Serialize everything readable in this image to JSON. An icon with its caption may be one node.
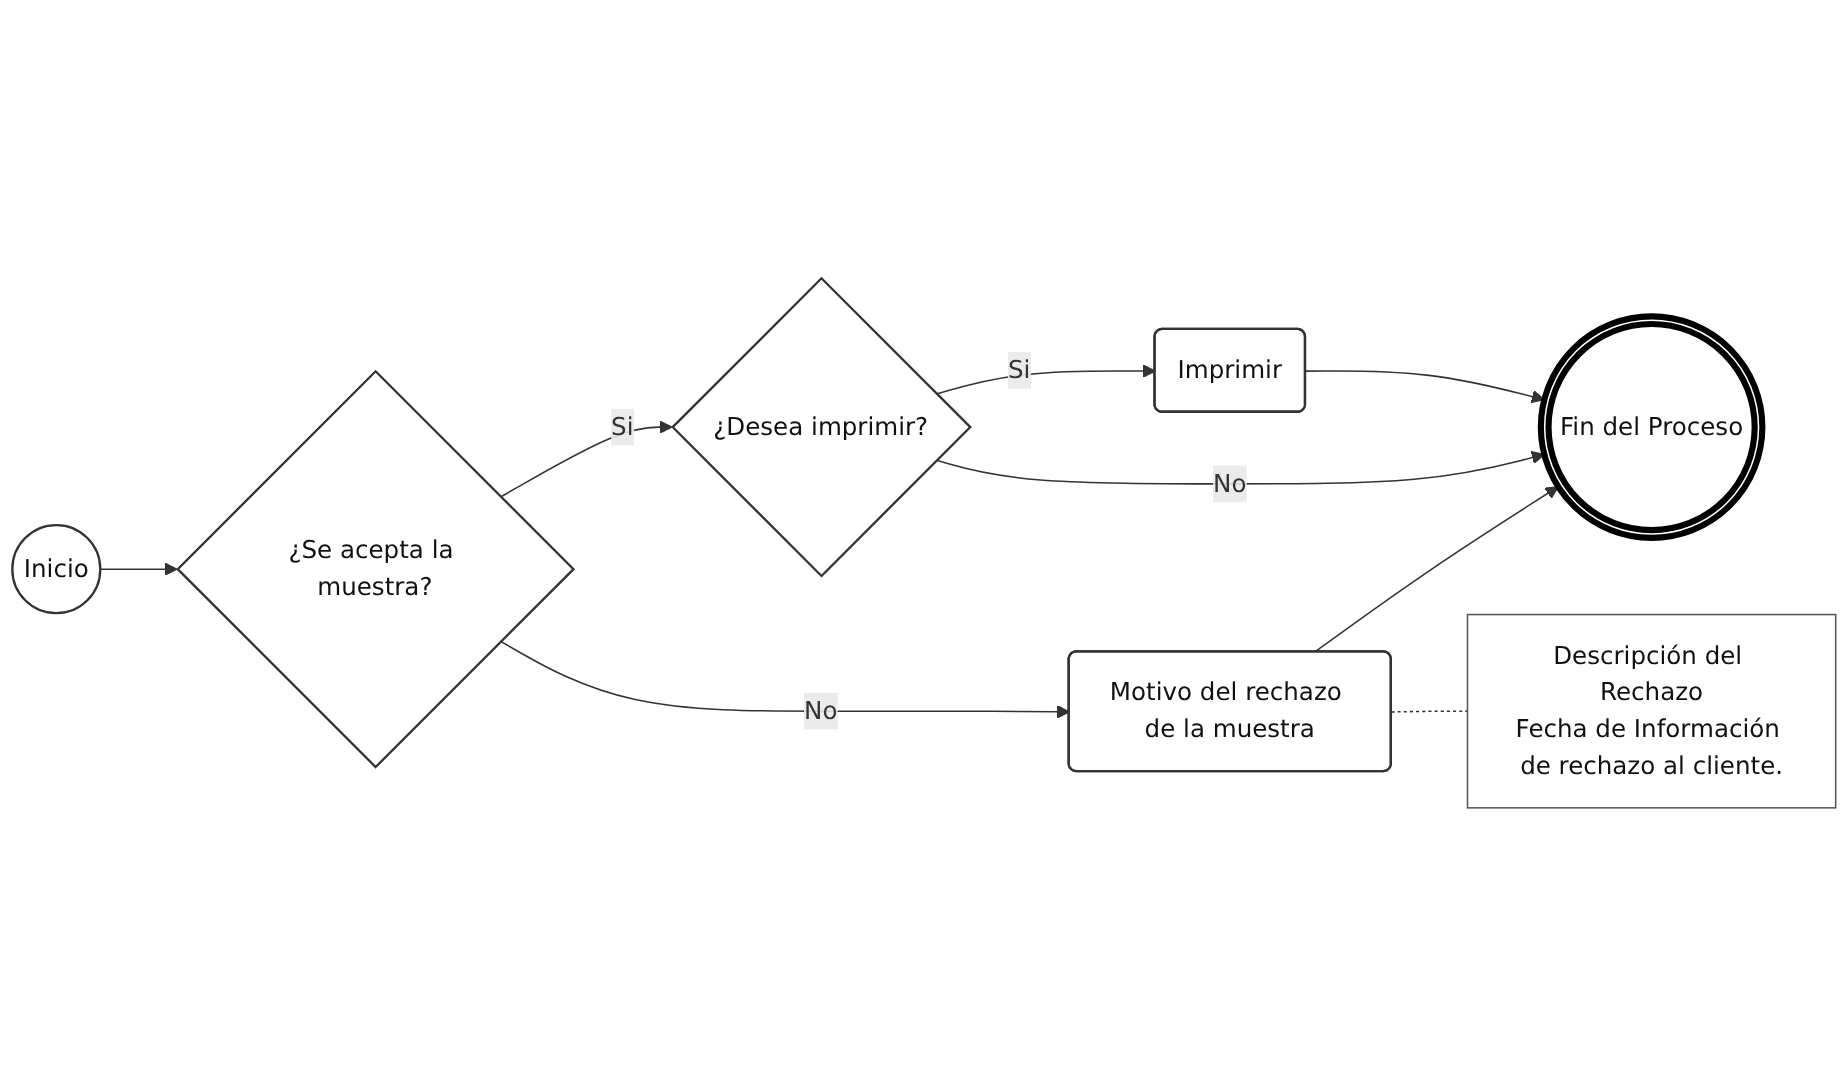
{
  "diagram": {
    "nodes": [
      {
        "text": [
          "Inicio"
        ]
      },
      {
        "text": [
          "¿Se acepta la muestra?"
        ]
      },
      {
        "text": [
          "¿Desea imprimir?"
        ]
      },
      {
        "text": [
          "Imprimir"
        ]
      },
      {
        "text": [
          "Fin del Proceso"
        ]
      },
      {
        "text": [
          "Motivo del rechazo de la muestra"
        ]
      },
      {
        "text": [
          "Descripción del Rechazo",
          "Fecha de Información de rechazo al cliente."
        ]
      }
    ],
    "edges": [
      {
        "from": 0,
        "to": 1,
        "arrow": "to"
      },
      {
        "from": 1,
        "to": 2,
        "arrow": "to",
        "label": "Si"
      },
      {
        "from": 2,
        "to": 3,
        "arrow": "to",
        "label": "Si"
      },
      {
        "from": 3,
        "to": 4,
        "arrow": "to"
      },
      {
        "from": 2,
        "to": 4,
        "arrow": "to",
        "label": "No"
      },
      {
        "from": 1,
        "to": 5,
        "arrow": "to",
        "label": "No"
      },
      {
        "from": 5,
        "to": 4,
        "arrow": "to"
      },
      {
        "from": 5,
        "to": 6,
        "arrow": "none",
        "style": "dashed"
      }
    ]
  }
}
